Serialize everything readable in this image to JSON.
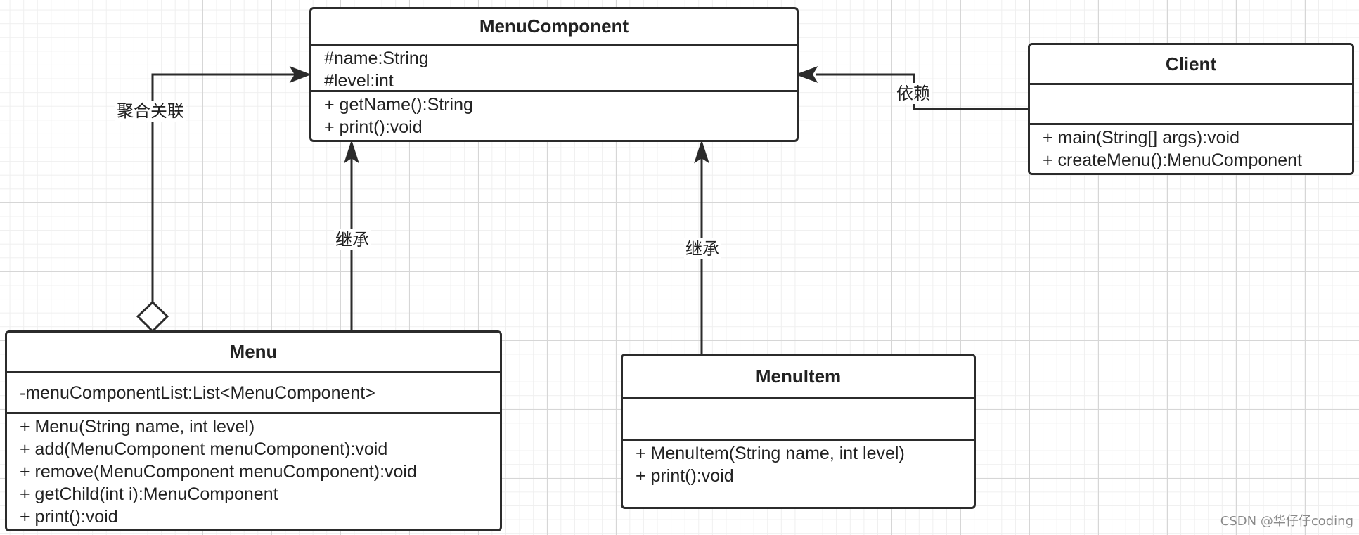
{
  "classes": {
    "menu_component": {
      "name": "MenuComponent",
      "attributes": [
        "#name:String",
        "#level:int"
      ],
      "methods": [
        "+ getName():String",
        "+ print():void"
      ]
    },
    "client": {
      "name": "Client",
      "attributes": [],
      "methods": [
        "+ main(String[] args):void",
        "+ createMenu():MenuComponent"
      ]
    },
    "menu": {
      "name": "Menu",
      "attributes": [
        "-menuComponentList:List<MenuComponent>"
      ],
      "methods": [
        "+ Menu(String name, int level)",
        "+ add(MenuComponent menuComponent):void",
        "+ remove(MenuComponent menuComponent):void",
        "+ getChild(int i):MenuComponent",
        "+ print():void"
      ]
    },
    "menu_item": {
      "name": "MenuItem",
      "attributes": [],
      "methods": [
        "+ MenuItem(String name, int level)",
        "+ print():void"
      ]
    }
  },
  "relations": {
    "aggregation": "聚合关联",
    "menu_inherit": "继承",
    "menu_item_inherit": "继承",
    "dependency": "依赖"
  },
  "watermark": "CSDN @华仔仔coding",
  "colors": {
    "line": "#2b2b2b",
    "grid_major": "#d6d6d6",
    "grid_minor": "#efefef"
  }
}
